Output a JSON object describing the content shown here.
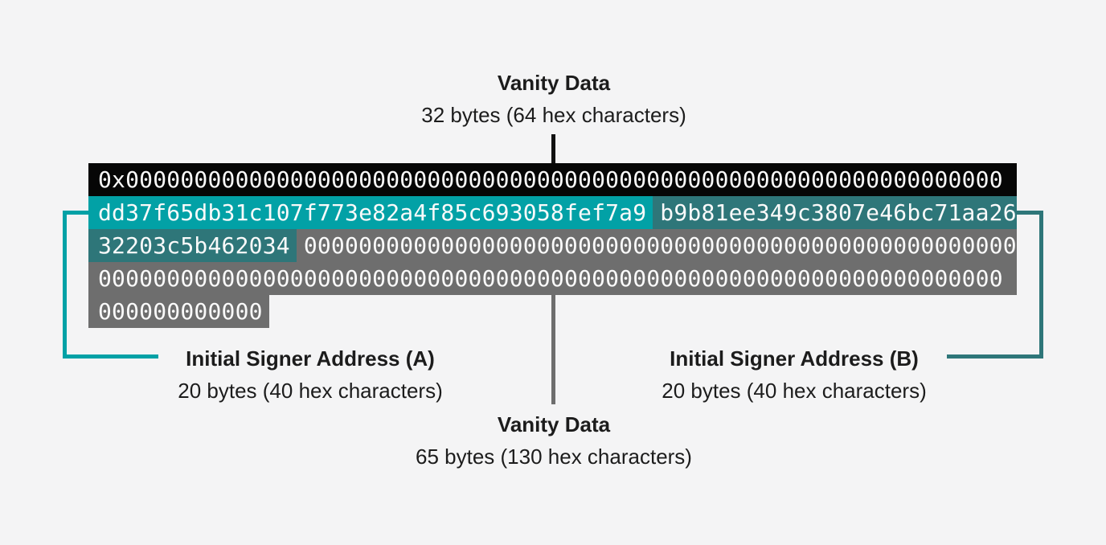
{
  "top_annotation": {
    "title": "Vanity Data",
    "subtitle": "32 bytes (64 hex characters)"
  },
  "signer_a_annotation": {
    "title": "Initial Signer Address (A)",
    "subtitle": "20 bytes (40 hex characters)"
  },
  "signer_b_annotation": {
    "title": "Initial Signer Address (B)",
    "subtitle": "20 bytes (40 hex characters)"
  },
  "bottom_annotation": {
    "title": "Vanity Data",
    "subtitle": "65 bytes (130 hex characters)"
  },
  "values": {
    "prefix": "0x",
    "vanity_data_32_bytes": "0000000000000000000000000000000000000000000000000000000000000000",
    "initial_signer_address_a": "dd37f65db31c107f773e82a4f85c693058fef7a9",
    "initial_signer_address_b": "b9b81ee349c3807e46bc71aa2632203c5b462034",
    "vanity_data_65_bytes_zero_count": 130
  },
  "hex_block": {
    "rows": [
      {
        "segments": [
          {
            "role": "prefix-and-32byte-vanity-zeros",
            "text": "0x0000000000000000000000000000000000000000000000000000000000000000"
          }
        ]
      },
      {
        "segments": [
          {
            "role": "signer-a",
            "text": "dd37f65db31c107f773e82a4f85c693058fef7a9"
          },
          {
            "role": "signer-b-part-1",
            "text": "b9b81ee349c3807e46bc71aa26"
          }
        ]
      },
      {
        "segments": [
          {
            "role": "signer-b-part-2",
            "text": "32203c5b462034"
          },
          {
            "role": "vanity-zeros",
            "text": "0000000000000000000000000000000000000000000000000000"
          }
        ]
      },
      {
        "segments": [
          {
            "role": "vanity-zeros",
            "text": "000000000000000000000000000000000000000000000000000000000000000000"
          }
        ]
      },
      {
        "segments": [
          {
            "role": "vanity-zeros",
            "text": "000000000000"
          }
        ]
      }
    ]
  },
  "colors": {
    "background": "#f4f4f5",
    "prefix_row": "#060606",
    "signer_a_highlight": "#02a1a6",
    "signer_b_highlight": "#2e7679",
    "zero_padding": "#6e6e6e",
    "annotation_text": "#1c1c1c",
    "hex_text": "#fafafa"
  }
}
